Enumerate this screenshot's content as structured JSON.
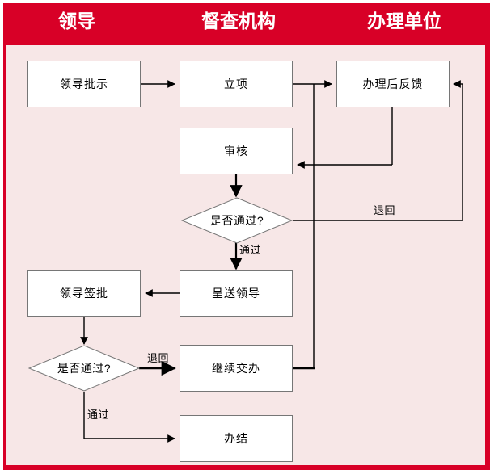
{
  "diagram": {
    "title_columns": [
      {
        "id": "leader",
        "label": "领导"
      },
      {
        "id": "supervision",
        "label": "督查机构"
      },
      {
        "id": "handling_unit",
        "label": "办理单位"
      }
    ],
    "colors": {
      "band": "#d80027",
      "canvas": "#f7e7e7",
      "node_fill": "#ffffff",
      "node_border": "#767676",
      "edge": "#000000",
      "header_text": "#ffffff"
    },
    "nodes": [
      {
        "id": "leader-instruction",
        "label": "领导批示",
        "shape": "process"
      },
      {
        "id": "project-setup",
        "label": "立项",
        "shape": "process"
      },
      {
        "id": "feedback-after-handling",
        "label": "办理后反馈",
        "shape": "process"
      },
      {
        "id": "review",
        "label": "审核",
        "shape": "process"
      },
      {
        "id": "decision-review-pass",
        "label": "是否通过?",
        "shape": "decision"
      },
      {
        "id": "submit-to-leader",
        "label": "呈送领导",
        "shape": "process"
      },
      {
        "id": "leader-signoff",
        "label": "领导签批",
        "shape": "process"
      },
      {
        "id": "decision-signoff-pass",
        "label": "是否通过?",
        "shape": "decision"
      },
      {
        "id": "continue-assignment",
        "label": "继续交办",
        "shape": "process"
      },
      {
        "id": "completed",
        "label": "办结",
        "shape": "process"
      }
    ],
    "edge_labels": {
      "review_pass": "通过",
      "review_return": "退回",
      "signoff_return": "退回",
      "signoff_pass": "通过"
    }
  }
}
